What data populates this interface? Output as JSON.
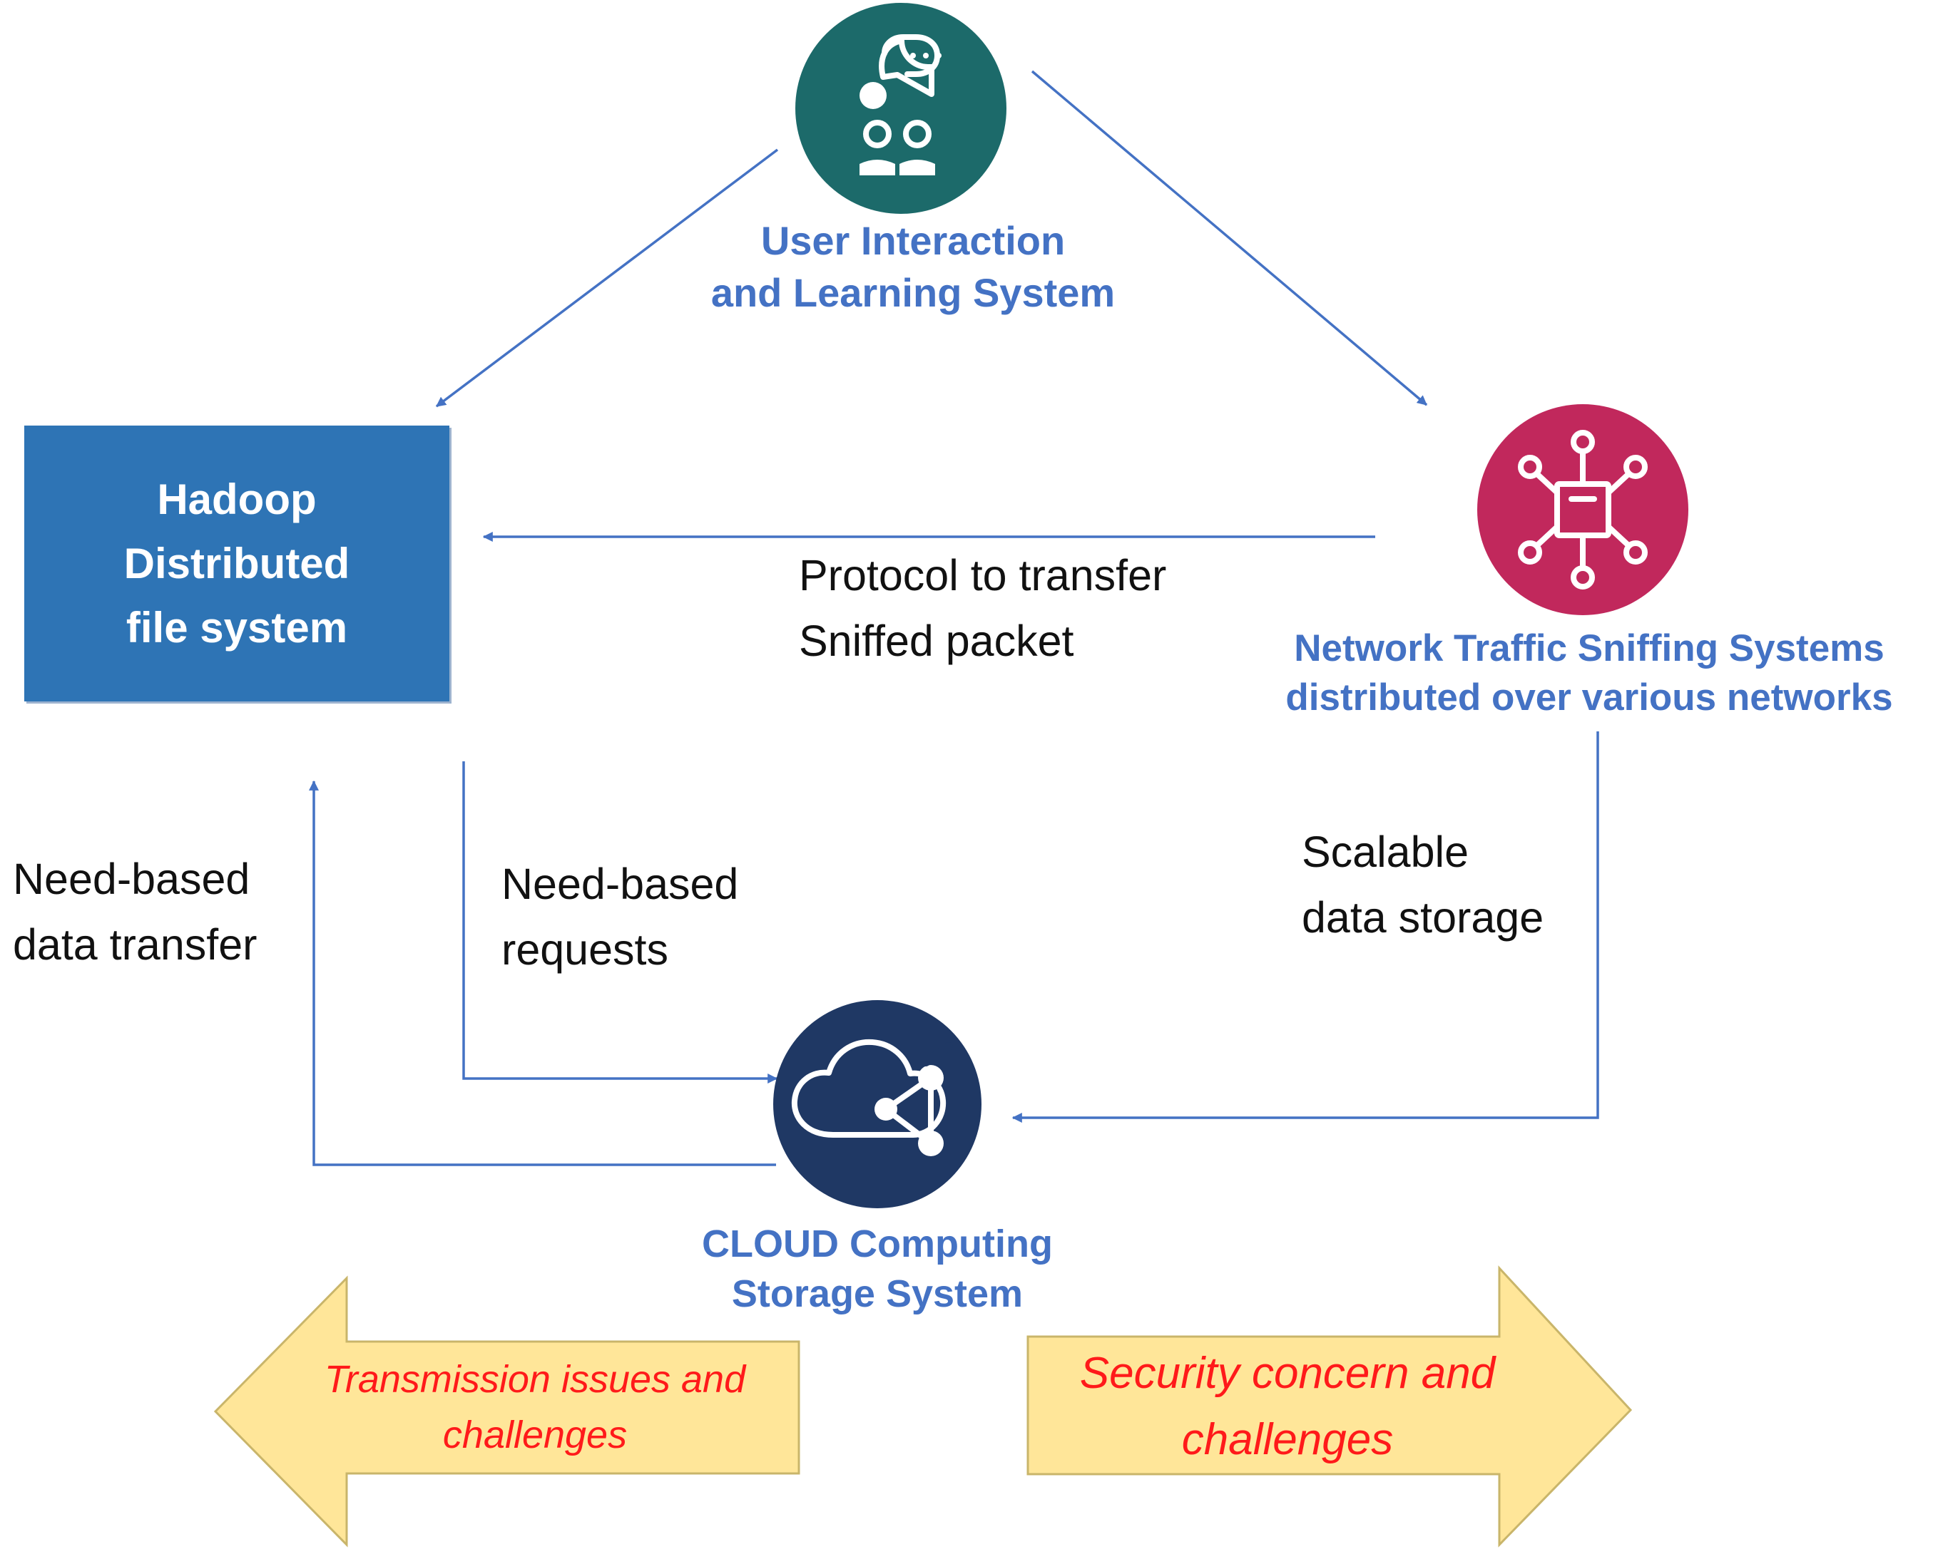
{
  "colors": {
    "arrow": "#4472C4",
    "node_text": "#4472C4",
    "user_node": "#1C6A6A",
    "network_node": "#C1285C",
    "cloud_node": "#1F3864",
    "hadoop_box": "#2E74B5",
    "banner_fill": "#FFE699",
    "banner_stroke": "#C9B56A",
    "banner_text": "#FF1A1A"
  },
  "nodes": {
    "user": {
      "icon": "chat-users-icon",
      "title_line1": "User Interaction",
      "title_line2": "and Learning System"
    },
    "hadoop": {
      "line1": "Hadoop",
      "line2": "Distributed",
      "line3": "file system"
    },
    "network": {
      "icon": "network-hub-icon",
      "title_line1": "Network Traffic Sniffing Systems",
      "title_line2": "distributed over various networks"
    },
    "cloud": {
      "icon": "cloud-share-icon",
      "title_line1": "CLOUD Computing",
      "title_line2": "Storage System"
    }
  },
  "edges": {
    "protocol": {
      "line1": "Protocol to transfer",
      "line2": "Sniffed packet"
    },
    "need_transfer": {
      "line1": "Need-based",
      "line2": "data transfer"
    },
    "need_requests": {
      "line1": "Need-based",
      "line2": "requests"
    },
    "scalable": {
      "line1": "Scalable",
      "line2": "data storage"
    }
  },
  "banners": {
    "left": {
      "line1": "Transmission issues and",
      "line2": "challenges"
    },
    "right": {
      "line1": "Security concern and",
      "line2": "challenges"
    }
  }
}
